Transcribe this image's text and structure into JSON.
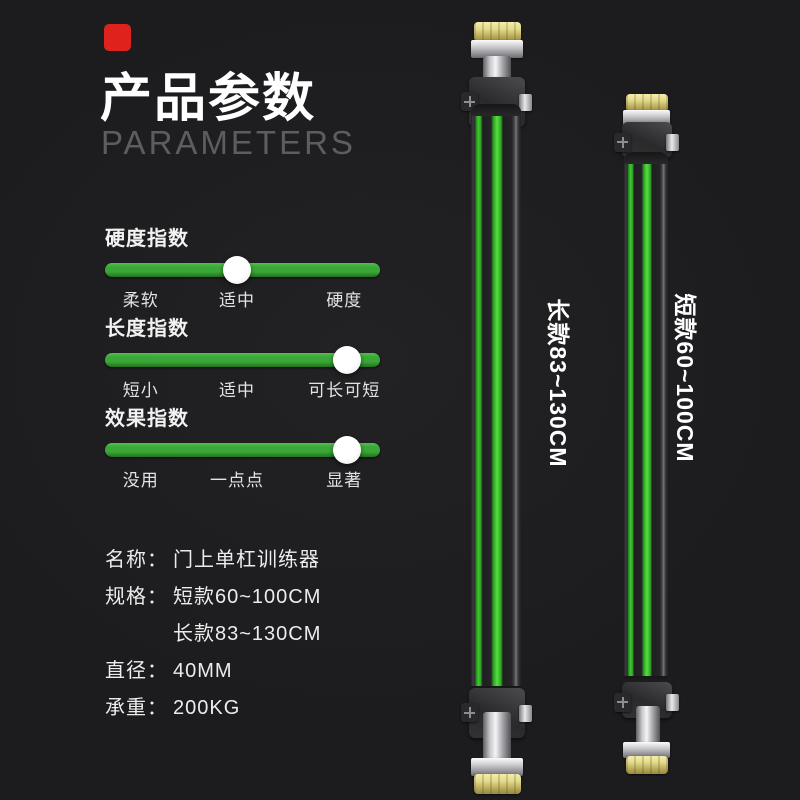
{
  "header": {
    "title": "产品参数",
    "subtitle": "PARAMETERS",
    "accent_color": "#de231c"
  },
  "sliders": [
    {
      "title": "硬度指数",
      "labels": [
        "柔软",
        "适中",
        "硬度"
      ],
      "value_percent": 48,
      "selected": "适中"
    },
    {
      "title": "长度指数",
      "labels": [
        "短小",
        "适中",
        "可长可短"
      ],
      "value_percent": 88,
      "selected": "可长可短"
    },
    {
      "title": "效果指数",
      "labels": [
        "没用",
        "一点点",
        "显著"
      ],
      "value_percent": 88,
      "selected": "显著"
    }
  ],
  "specs": [
    {
      "label": "名称：",
      "value": "门上单杠训练器"
    },
    {
      "label": "规格：",
      "value": "短款60~100CM"
    },
    {
      "label": "",
      "value": "长款83~130CM"
    },
    {
      "label": "直径：",
      "value": "40MM"
    },
    {
      "label": "承重：",
      "value": "200KG"
    }
  ],
  "products": [
    {
      "label": "长款83~130CM"
    },
    {
      "label": "短款60~100CM"
    }
  ],
  "colors": {
    "background": "#1c1c1e",
    "accent_red": "#de231c",
    "slider_green": "#3aa837",
    "tube_green": "#41c832",
    "title_white": "#ffffff",
    "subtitle_gray": "#5d5d5d"
  }
}
